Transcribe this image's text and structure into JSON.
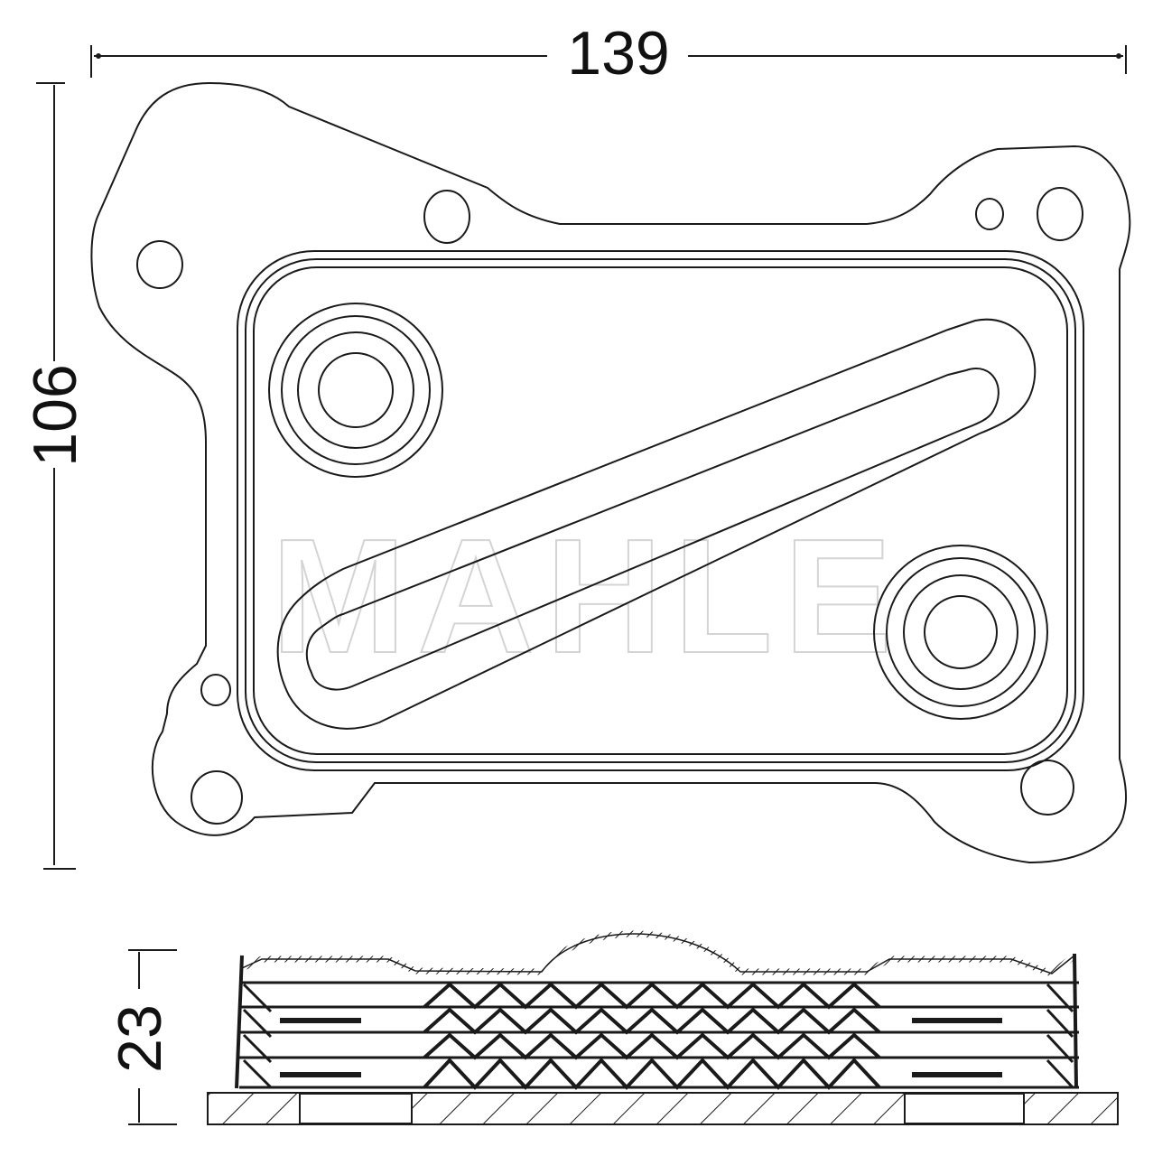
{
  "drawing": {
    "subject": "oil cooler technical drawing",
    "watermark": "MAHLE",
    "colors": {
      "line": "#1a1a1a",
      "background": "#ffffff",
      "watermark": "#d4d4d4"
    }
  },
  "top_view": {
    "dimensions": {
      "width": {
        "value": "139",
        "orientation": "horizontal"
      },
      "height": {
        "value": "106",
        "orientation": "vertical"
      }
    },
    "mounting_holes": 7,
    "ports": 2,
    "features": [
      "gasket flange outline",
      "core plate with rounded corners",
      "diagonal flow channel",
      "inlet port (upper-left)",
      "outlet port (lower-right)"
    ]
  },
  "side_view": {
    "dimensions": {
      "thickness": {
        "value": "23",
        "orientation": "vertical"
      }
    },
    "features": [
      "stacked plate layers",
      "zig-zag turbulator fins",
      "hatched base plate",
      "domed top"
    ]
  }
}
